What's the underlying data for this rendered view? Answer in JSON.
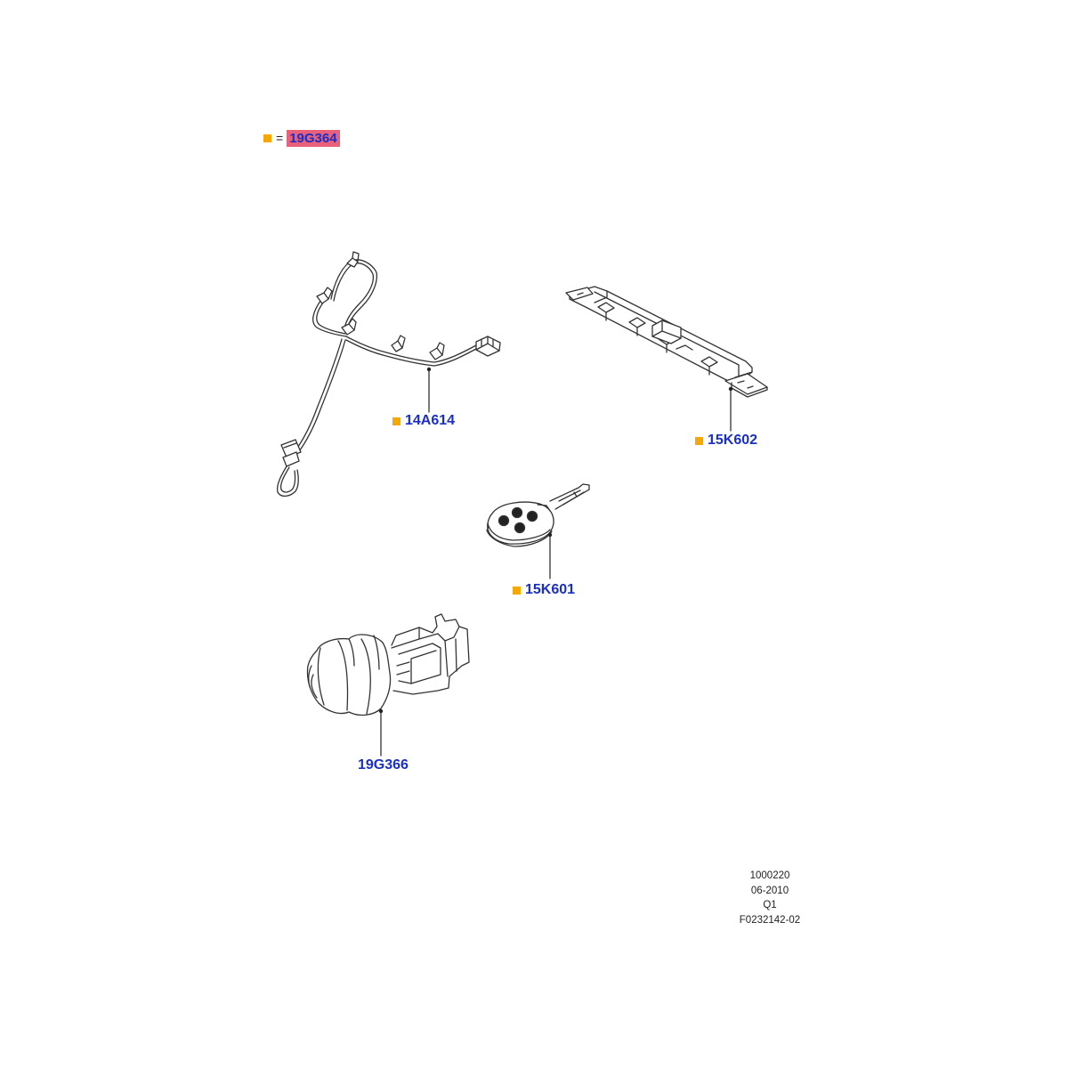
{
  "legend": {
    "marker_color": "#f5a800",
    "equals": "=",
    "part_number": "19G364",
    "highlight_color": "#e8607a"
  },
  "callouts": [
    {
      "label": "14A614",
      "marked": true
    },
    {
      "label": "15K602",
      "marked": true
    },
    {
      "label": "15K601",
      "marked": true
    },
    {
      "label": "19G366",
      "marked": false
    }
  ],
  "reference": {
    "line1": "1000220",
    "line2": "06-2010",
    "line3": "Q1",
    "line4": "F0232142-02"
  },
  "colors": {
    "label": "#1a2fc6",
    "marker": "#f5a800",
    "linework": "#333333"
  }
}
